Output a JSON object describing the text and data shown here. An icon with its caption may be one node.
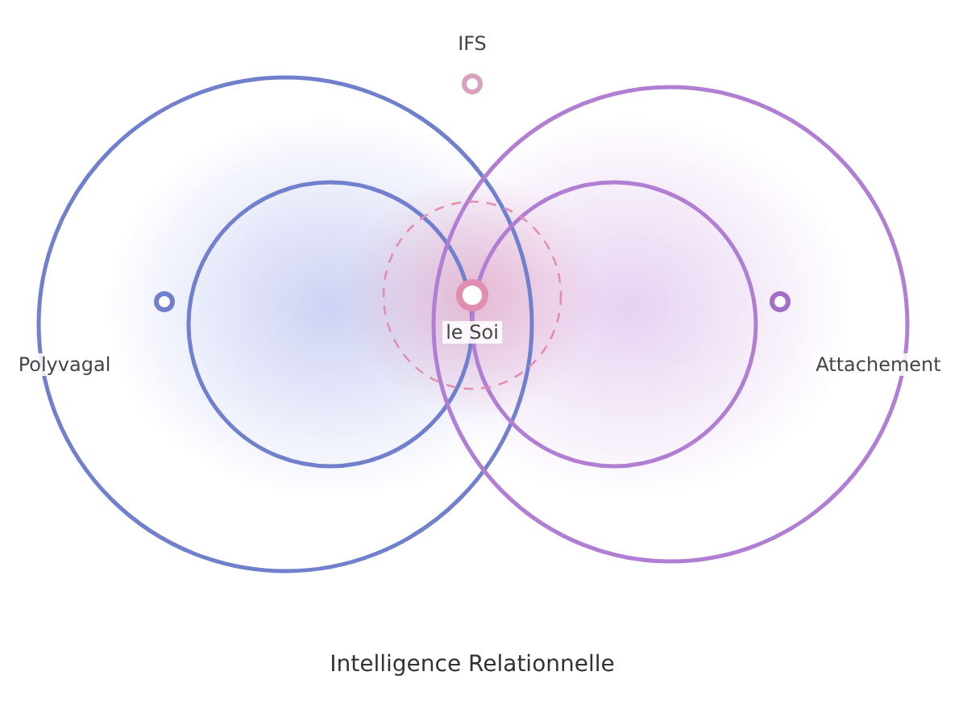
{
  "diagram": {
    "caption": "Intelligence Relationnelle",
    "labels": [
      "IFS",
      "Polyvagal",
      "le Soi",
      "Attachement"
    ]
  }
}
